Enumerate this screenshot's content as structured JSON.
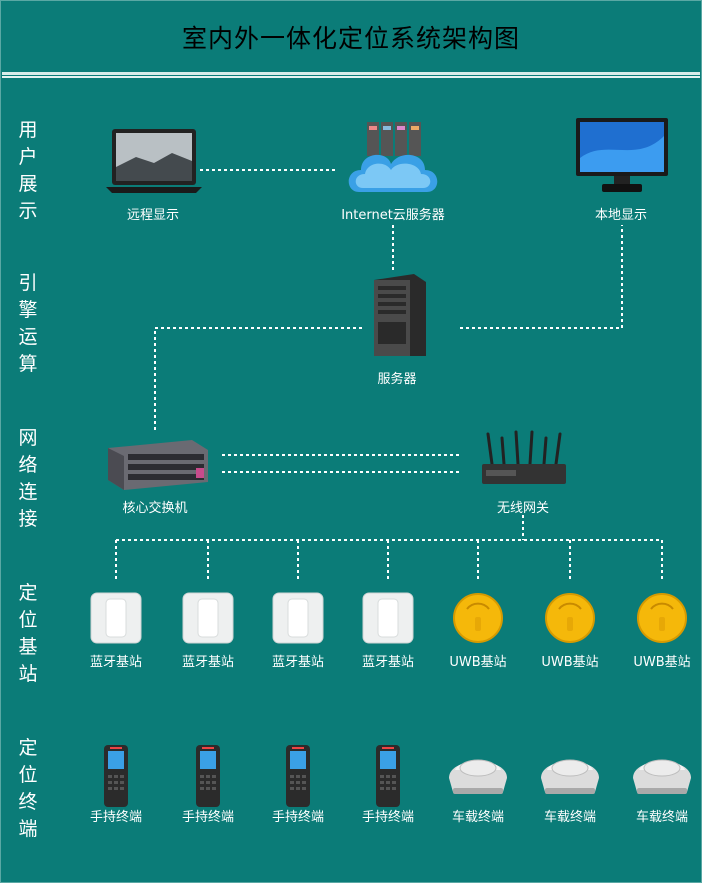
{
  "title": "室内外一体化定位系统架构图",
  "layers": [
    {
      "id": "display",
      "label": "用户展示"
    },
    {
      "id": "engine",
      "label": "引擎运算"
    },
    {
      "id": "network",
      "label": "网络连接"
    },
    {
      "id": "station",
      "label": "定位基站"
    },
    {
      "id": "terminal",
      "label": "定位终端"
    }
  ],
  "nodes": {
    "remote_display": "远程显示",
    "cloud_server": "Internet云服务器",
    "local_display": "本地显示",
    "server": "服务器",
    "core_switch": "核心交换机",
    "wireless_gateway": "无线网关"
  },
  "stations": [
    "蓝牙基站",
    "蓝牙基站",
    "蓝牙基站",
    "蓝牙基站",
    "UWB基站",
    "UWB基站",
    "UWB基站"
  ],
  "terminals": [
    "手持终端",
    "手持终端",
    "手持终端",
    "手持终端",
    "车载终端",
    "车载终端",
    "车载终端"
  ],
  "colors": {
    "background": "#0b7c78",
    "uwb_station": "#f5b80a",
    "ble_station": "#eef0f0"
  }
}
